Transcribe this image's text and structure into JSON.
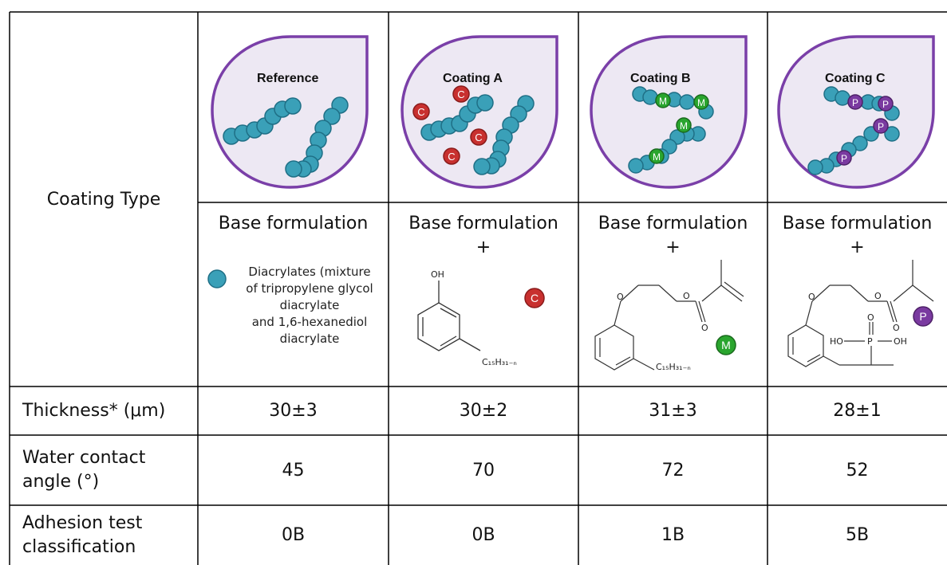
{
  "table": {
    "row_label_coating_type": "Coating Type",
    "columns": [
      {
        "drop_label": "Reference",
        "formulation": "Base formulation",
        "plus": "",
        "bead_letter": "",
        "bead_color": "#3aa0b8"
      },
      {
        "drop_label": "Coating A",
        "formulation": "Base formulation",
        "plus": "+",
        "bead_letter": "C",
        "bead_color": "#c8302f"
      },
      {
        "drop_label": "Coating B",
        "formulation": "Base formulation",
        "plus": "+",
        "bead_letter": "M",
        "bead_color": "#2aa52e"
      },
      {
        "drop_label": "Coating C",
        "formulation": "Base formulation",
        "plus": "+",
        "bead_letter": "P",
        "bead_color": "#7a3aa0"
      }
    ],
    "legend_text_lines": [
      "Diacrylates (mixture",
      "of tripropylene glycol",
      "diacrylate",
      "and 1,6-hexanediol",
      "diacrylate"
    ],
    "chem": {
      "oh": "OH",
      "c15": "C₁₅H₃₁₋ₙ",
      "o": "O",
      "p": "P",
      "ho": "HO",
      "oh2": "OH"
    },
    "rows": [
      {
        "label": "Thickness* (μm)",
        "values": [
          "30±3",
          "30±2",
          "31±3",
          "28±1"
        ]
      },
      {
        "label_lines": [
          "Water contact",
          "angle (°)"
        ],
        "values": [
          "45",
          "70",
          "72",
          "52"
        ]
      },
      {
        "label_lines": [
          "Adhesion test",
          "classification"
        ],
        "values": [
          "0B",
          "0B",
          "1B",
          "5B"
        ]
      }
    ]
  },
  "colors": {
    "drop_fill": "#ede8f3",
    "drop_stroke": "#7a3fa8",
    "chain_bead": "#3aa0b8",
    "bead_stroke": "#1f6f86"
  }
}
